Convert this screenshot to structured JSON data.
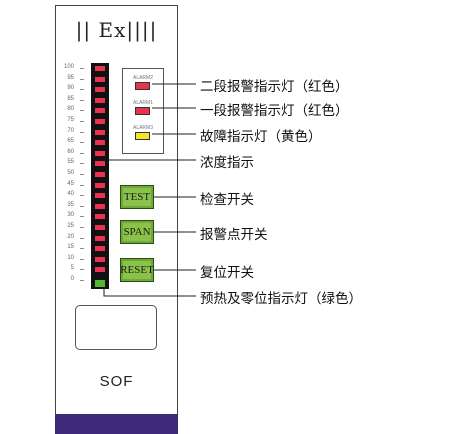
{
  "header_text": "|| Ex||||",
  "model_label": "SOF",
  "scale_ticks": [
    "100",
    "95",
    "90",
    "85",
    "80",
    "75",
    "70",
    "65",
    "60",
    "55",
    "50",
    "45",
    "40",
    "35",
    "30",
    "25",
    "20",
    "15",
    "10",
    "5",
    "0"
  ],
  "alarm_labels": [
    "ALARM2",
    "ALARM1",
    "ALARM3"
  ],
  "alarm_colors": [
    "#e8334f",
    "#e8334f",
    "#f5e52a"
  ],
  "buttons": [
    "TEST",
    "SPAN",
    "RESET"
  ],
  "callouts": [
    "二段报警指示灯（红色）",
    "一段报警指示灯（红色）",
    "故障指示灯（黄色）",
    "浓度指示",
    "检查开关",
    "报警点开关",
    "复位开关",
    "预热及零位指示灯（绿色）"
  ]
}
